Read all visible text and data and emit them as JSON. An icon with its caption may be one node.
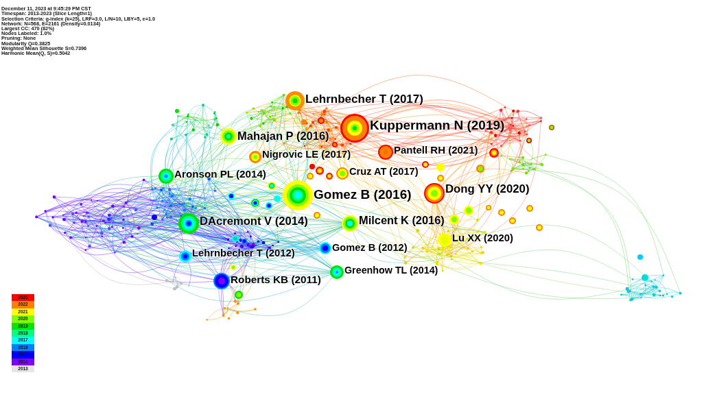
{
  "diagram": {
    "nodes": [
      {
        "text": [
          "Lehrnbecher T (2017)"
        ]
      },
      {
        "text": [
          "Kuppermann N (2019)"
        ]
      },
      {
        "text": [
          "Mahajan P (2016)"
        ]
      },
      {
        "text": [
          "Pantell RH (2021)"
        ]
      },
      {
        "text": [
          "Nigrovic LE (2017)"
        ]
      },
      {
        "text": [
          "Cruz AT (2017)"
        ]
      },
      {
        "text": [
          "Aronson PL (2014)"
        ]
      },
      {
        "text": [
          "Dong YY (2020)"
        ]
      },
      {
        "text": [
          "Gomez B (2016)"
        ]
      },
      {
        "text": [
          "Milcent K (2016)"
        ]
      },
      {
        "text": [
          "DAcremont V (2014)"
        ]
      },
      {
        "text": [
          "Lu XX (2020)"
        ]
      },
      {
        "text": [
          "Gomez B (2012)"
        ]
      },
      {
        "text": [
          "Lehrnbecher T (2012)"
        ]
      },
      {
        "text": [
          "Greenhow TL (2014)"
        ]
      },
      {
        "text": [
          "Roberts KB (2011)"
        ]
      }
    ],
    "labels": [
      "December 11, 2023 at 9:45:29 PM CST",
      "Timespan: 2013-2023 (Slice Length=1)",
      "Selection Criteria: g-index (k=25), LRF=3.0, L/N=10, LBY=5, e=1.0",
      "Network: N=568, E=2161 (Density=0.0134)",
      "Largest CC: 470 (82%)",
      "Nodes Labeled: 1.0%",
      "Pruning: None",
      "Modularity Q=0.3825",
      "Weighted Mean Silhouette S=0.7396",
      "Harmonic Mean(Q, S)=0.5042"
    ],
    "legend": [
      {
        "text": "2023",
        "color": "#ff0000"
      },
      {
        "text": "2022",
        "color": "#ff8000"
      },
      {
        "text": "2021",
        "color": "#ffff00"
      },
      {
        "text": "2020",
        "color": "#80ff00"
      },
      {
        "text": "2019",
        "color": "#00e600"
      },
      {
        "text": "2018",
        "color": "#00ff80"
      },
      {
        "text": "2017",
        "color": "#00ffff"
      },
      {
        "text": "2016",
        "color": "#0080ff"
      },
      {
        "text": "2015",
        "color": "#0000ff"
      },
      {
        "text": "2014",
        "color": "#8000ff"
      },
      {
        "text": "2013",
        "color": "#e6e6e6"
      }
    ]
  }
}
